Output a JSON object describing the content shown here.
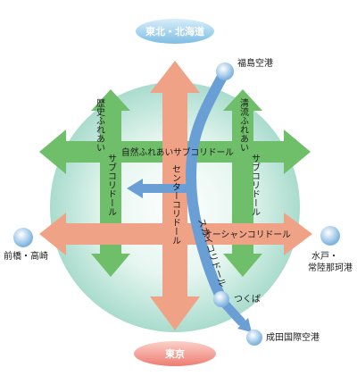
{
  "destinations": {
    "north": "東北・北海道",
    "south": "東京",
    "fukushima": "福島空港",
    "maebashi": "前橋・高崎",
    "mito_line1": "水戸・",
    "mito_line2": "常陸那珂港",
    "tsukuba": "つくば",
    "narita": "成田国際空港"
  },
  "corridors": {
    "nature": "自然ふれあいサブコリドール",
    "history_col1": "歴史ふれあい",
    "history_col2": "サブコリドール",
    "seiryu_col1": "清流ふれあい",
    "seiryu_col2": "サブコリドール",
    "center": "センターコリドール",
    "sky": "スカイコリドール",
    "ocean": "オーシャンコリドール"
  },
  "colors": {
    "sphere": "#bfe8dc",
    "green_arrow": "#6fbf6a",
    "salmon_arrow": "#f0a286",
    "sky_arrow": "#6a9fd6",
    "north_cap": "#8ec8e8",
    "south_cap": "#f28a84",
    "dot": "#9cc7ea"
  }
}
